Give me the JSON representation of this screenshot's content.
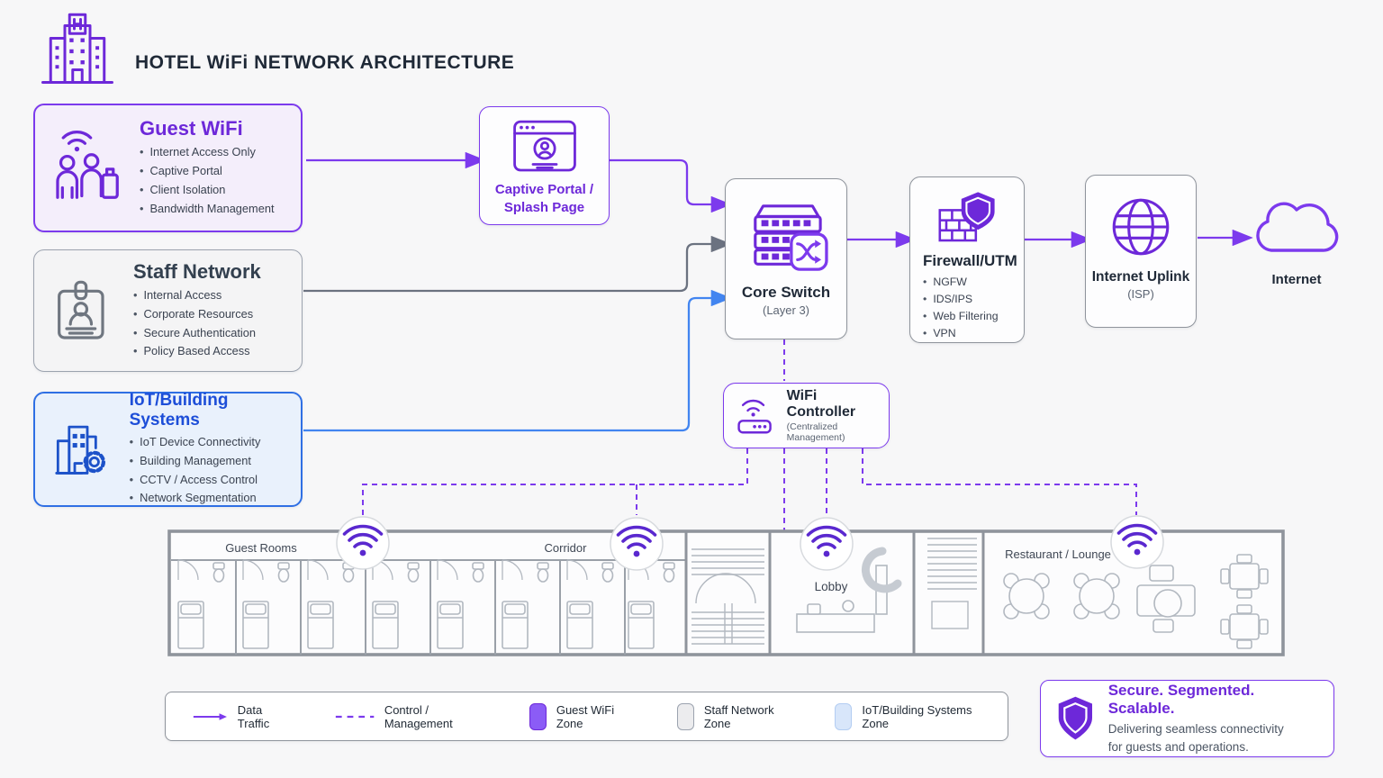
{
  "header": {
    "title": "HOTEL WiFi NETWORK ARCHITECTURE",
    "logo_icon": "hotel-building-icon"
  },
  "zones": {
    "guest": {
      "title": "Guest WiFi",
      "items": [
        "Internet Access Only",
        "Captive Portal",
        "Client Isolation",
        "Bandwidth Management"
      ]
    },
    "staff": {
      "title": "Staff Network",
      "items": [
        "Internal Access",
        "Corporate Resources",
        "Secure Authentication",
        "Policy Based Access"
      ]
    },
    "iot": {
      "title": "IoT/Building Systems",
      "items": [
        "IoT Device Connectivity",
        "Building Management",
        "CCTV / Access Control",
        "Network Segmentation"
      ]
    }
  },
  "nodes": {
    "captive_portal": {
      "label": "Captive Portal / Splash Page"
    },
    "core_switch": {
      "title": "Core Switch",
      "subtitle": "(Layer 3)"
    },
    "firewall": {
      "title": "Firewall/UTM",
      "items": [
        "NGFW",
        "IDS/IPS",
        "Web Filtering",
        "VPN"
      ]
    },
    "uplink": {
      "title": "Internet Uplink",
      "subtitle": "(ISP)"
    },
    "internet": {
      "label": "Internet"
    },
    "controller": {
      "title": "WiFi Controller",
      "subtitle": "(Centralized Management)"
    }
  },
  "floorplan": {
    "areas": {
      "guest_rooms": "Guest Rooms",
      "corridor": "Corridor",
      "lobby": "Lobby",
      "restaurant": "Restaurant / Lounge"
    },
    "access_points": 4
  },
  "legend": {
    "items": [
      {
        "label": "Data Traffic",
        "symbol": "solid-arrow"
      },
      {
        "label": "Control / Management",
        "symbol": "dashed-line"
      },
      {
        "label": "Guest WiFi Zone",
        "symbol": "purple-swatch"
      },
      {
        "label": "Staff Network Zone",
        "symbol": "gray-swatch"
      },
      {
        "label": "IoT/Building Systems Zone",
        "symbol": "blue-swatch"
      }
    ]
  },
  "badge": {
    "title": "Secure. Segmented. Scalable.",
    "line1": "Delivering seamless connectivity",
    "line2": "for guests and operations."
  },
  "colors": {
    "purple": "#7c3aed",
    "deep_purple": "#6d28d9",
    "blue": "#2f6fe4",
    "gray": "#6b7280",
    "guest_fill": "#f4eefb",
    "staff_fill": "#f4f4f5",
    "iot_fill": "#e9f1fc"
  }
}
